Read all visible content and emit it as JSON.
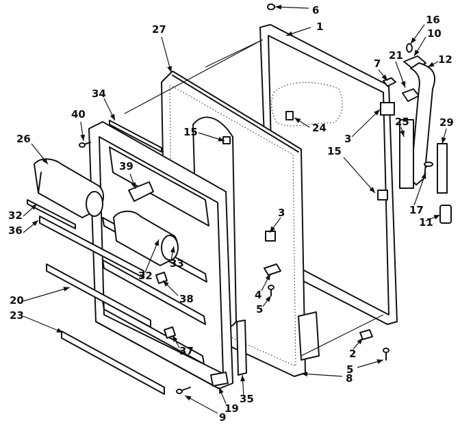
{
  "callouts": [
    {
      "id": "c1",
      "text": "1"
    },
    {
      "id": "c2",
      "text": "2"
    },
    {
      "id": "c3a",
      "text": "3"
    },
    {
      "id": "c3b",
      "text": "3"
    },
    {
      "id": "c4",
      "text": "4"
    },
    {
      "id": "c5a",
      "text": "5"
    },
    {
      "id": "c5b",
      "text": "5"
    },
    {
      "id": "c6",
      "text": "6"
    },
    {
      "id": "c7",
      "text": "7"
    },
    {
      "id": "c8",
      "text": "8"
    },
    {
      "id": "c9",
      "text": "9"
    },
    {
      "id": "c10",
      "text": "10"
    },
    {
      "id": "c11",
      "text": "11"
    },
    {
      "id": "c12",
      "text": "12"
    },
    {
      "id": "c15a",
      "text": "15"
    },
    {
      "id": "c15b",
      "text": "15"
    },
    {
      "id": "c16",
      "text": "16"
    },
    {
      "id": "c17",
      "text": "17"
    },
    {
      "id": "c19",
      "text": "19"
    },
    {
      "id": "c20",
      "text": "20"
    },
    {
      "id": "c21",
      "text": "21"
    },
    {
      "id": "c23",
      "text": "23"
    },
    {
      "id": "c24",
      "text": "24"
    },
    {
      "id": "c25",
      "text": "25"
    },
    {
      "id": "c26",
      "text": "26"
    },
    {
      "id": "c27",
      "text": "27"
    },
    {
      "id": "c29",
      "text": "29"
    },
    {
      "id": "c32a",
      "text": "32"
    },
    {
      "id": "c32b",
      "text": "32"
    },
    {
      "id": "c33",
      "text": "33"
    },
    {
      "id": "c34",
      "text": "34"
    },
    {
      "id": "c35",
      "text": "35"
    },
    {
      "id": "c36",
      "text": "36"
    },
    {
      "id": "c37",
      "text": "37"
    },
    {
      "id": "c38",
      "text": "38"
    },
    {
      "id": "c39",
      "text": "39"
    },
    {
      "id": "c40",
      "text": "40"
    }
  ]
}
